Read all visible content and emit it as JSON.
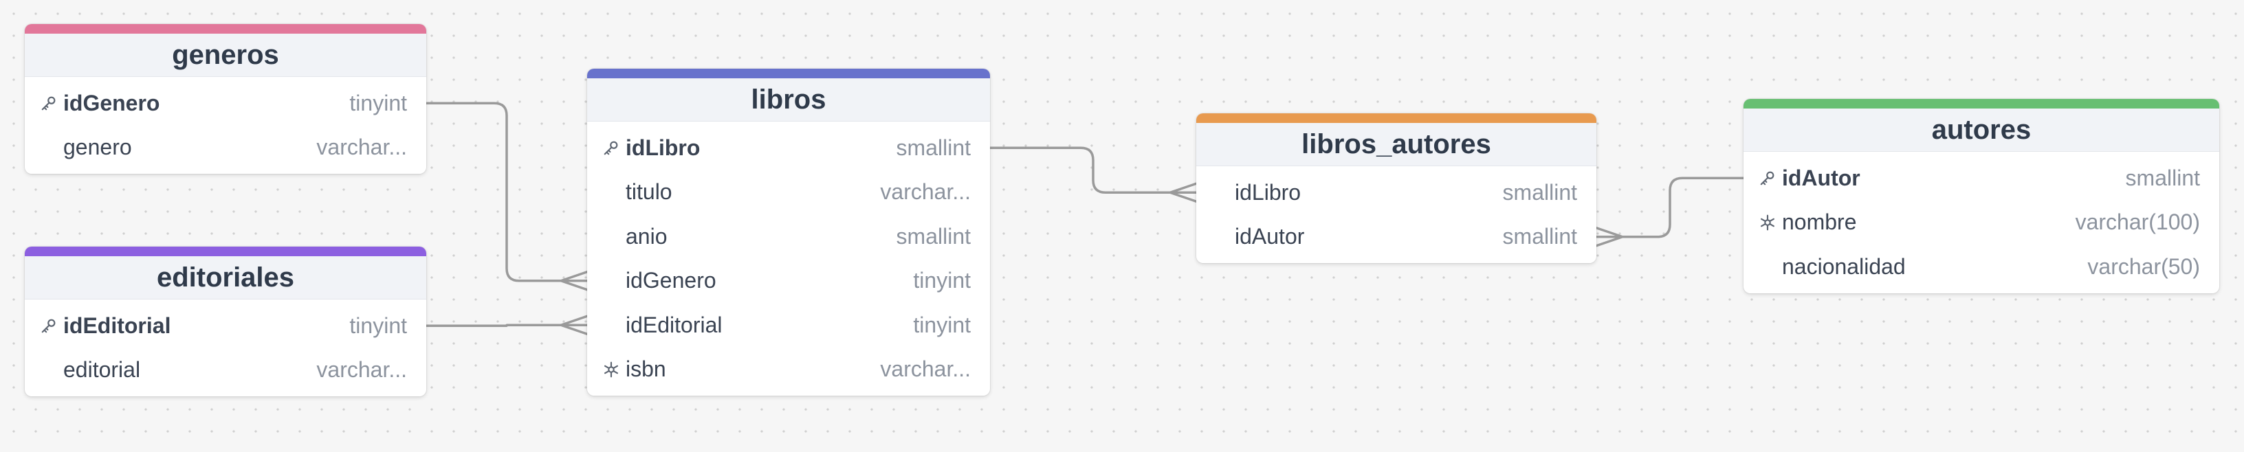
{
  "colors": {
    "generos": "#e2779a",
    "editoriales": "#8c5fe0",
    "libros": "#6872cc",
    "libros_autores": "#e89a4f",
    "autores": "#67bf72",
    "edge": "#9a9a9a"
  },
  "tables": [
    {
      "id": "generos",
      "name": "generos",
      "columns": [
        {
          "name": "idGenero",
          "type": "tinyint",
          "key": "primary-key-icon"
        },
        {
          "name": "genero",
          "type": "varchar...",
          "key": ""
        }
      ]
    },
    {
      "id": "editoriales",
      "name": "editoriales",
      "columns": [
        {
          "name": "idEditorial",
          "type": "tinyint",
          "key": "primary-key-icon"
        },
        {
          "name": "editorial",
          "type": "varchar...",
          "key": ""
        }
      ]
    },
    {
      "id": "libros",
      "name": "libros",
      "columns": [
        {
          "name": "idLibro",
          "type": "smallint",
          "key": "primary-key-icon"
        },
        {
          "name": "titulo",
          "type": "varchar...",
          "key": ""
        },
        {
          "name": "anio",
          "type": "smallint",
          "key": ""
        },
        {
          "name": "idGenero",
          "type": "tinyint",
          "key": ""
        },
        {
          "name": "idEditorial",
          "type": "tinyint",
          "key": ""
        },
        {
          "name": "isbn",
          "type": "varchar...",
          "key": "unique-icon"
        }
      ]
    },
    {
      "id": "libros_autores",
      "name": "libros_autores",
      "columns": [
        {
          "name": "idLibro",
          "type": "smallint",
          "key": ""
        },
        {
          "name": "idAutor",
          "type": "smallint",
          "key": ""
        }
      ]
    },
    {
      "id": "autores",
      "name": "autores",
      "columns": [
        {
          "name": "idAutor",
          "type": "smallint",
          "key": "primary-key-icon"
        },
        {
          "name": "nombre",
          "type": "varchar(100)",
          "key": "unique-icon"
        },
        {
          "name": "nacionalidad",
          "type": "varchar(50)",
          "key": ""
        }
      ]
    }
  ],
  "relationships": [
    {
      "from": "generos.idGenero",
      "to": "libros.idGenero",
      "cardinality": "one-to-many"
    },
    {
      "from": "editoriales.idEditorial",
      "to": "libros.idEditorial",
      "cardinality": "one-to-many"
    },
    {
      "from": "libros.idLibro",
      "to": "libros_autores.idLibro",
      "cardinality": "one-to-many"
    },
    {
      "from": "autores.idAutor",
      "to": "libros_autores.idAutor",
      "cardinality": "one-to-many"
    }
  ]
}
